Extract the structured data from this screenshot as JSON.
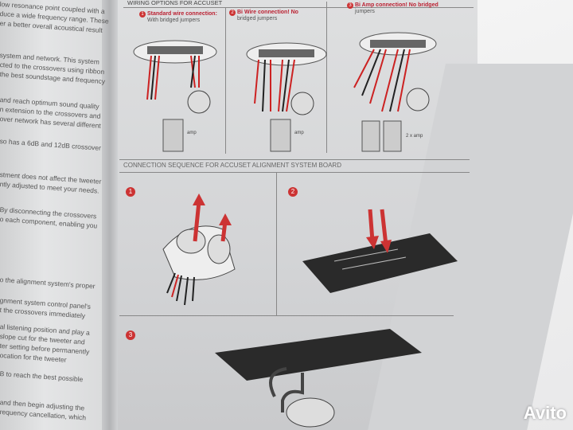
{
  "left_column": {
    "lines": [
      "low resonance point coupled with a",
      "duce a wide frequency range. These",
      "er a better overall acoustical result",
      "system and network. This system",
      "cted to the crossovers using ribbon",
      "the best soundstage and frequency",
      "and reach optimum sound quality",
      "n extension to the crossovers and",
      "over network has several different",
      "so has a 6dB and 12dB crossover",
      "stment does not affect the tweeter",
      "ntly adjusted to meet your needs.",
      "By disconnecting the crossovers",
      "o each component, enabling you",
      "o the alignment system's proper",
      "gnment system control panel's",
      "t the crossovers immediately",
      "al listening position and play a",
      "slope cut for the tweeter and",
      "ter setting before permanently",
      "ocation for the tweeter",
      "B to reach the best possible",
      "and then begin adjusting the",
      "requency cancellation, which"
    ]
  },
  "wiring": {
    "section_title": "WIRING OPTIONS FOR ACCUSET",
    "options": [
      {
        "number": "1",
        "title": "Standard wire connection:",
        "subtitle": "With bridged jumpers",
        "amp_label": "amp"
      },
      {
        "number": "2",
        "title": "Bi Wire connection! No",
        "subtitle": "bridged jumpers",
        "amp_label": "amp"
      },
      {
        "number": "3",
        "title": "Bi Amp connection! No bridged",
        "subtitle": "jumpers",
        "amp_label": "2 x amp"
      }
    ]
  },
  "sequence": {
    "title": "CONNECTION SEQUENCE  FOR ACCUSET ALIGNMENT SYSTEM BOARD",
    "steps": [
      "1",
      "2",
      "3"
    ]
  },
  "watermark": "Avito",
  "colors": {
    "accent_red": "#c33333",
    "paper": "#d8d9db",
    "board": "#2a2a2a"
  }
}
